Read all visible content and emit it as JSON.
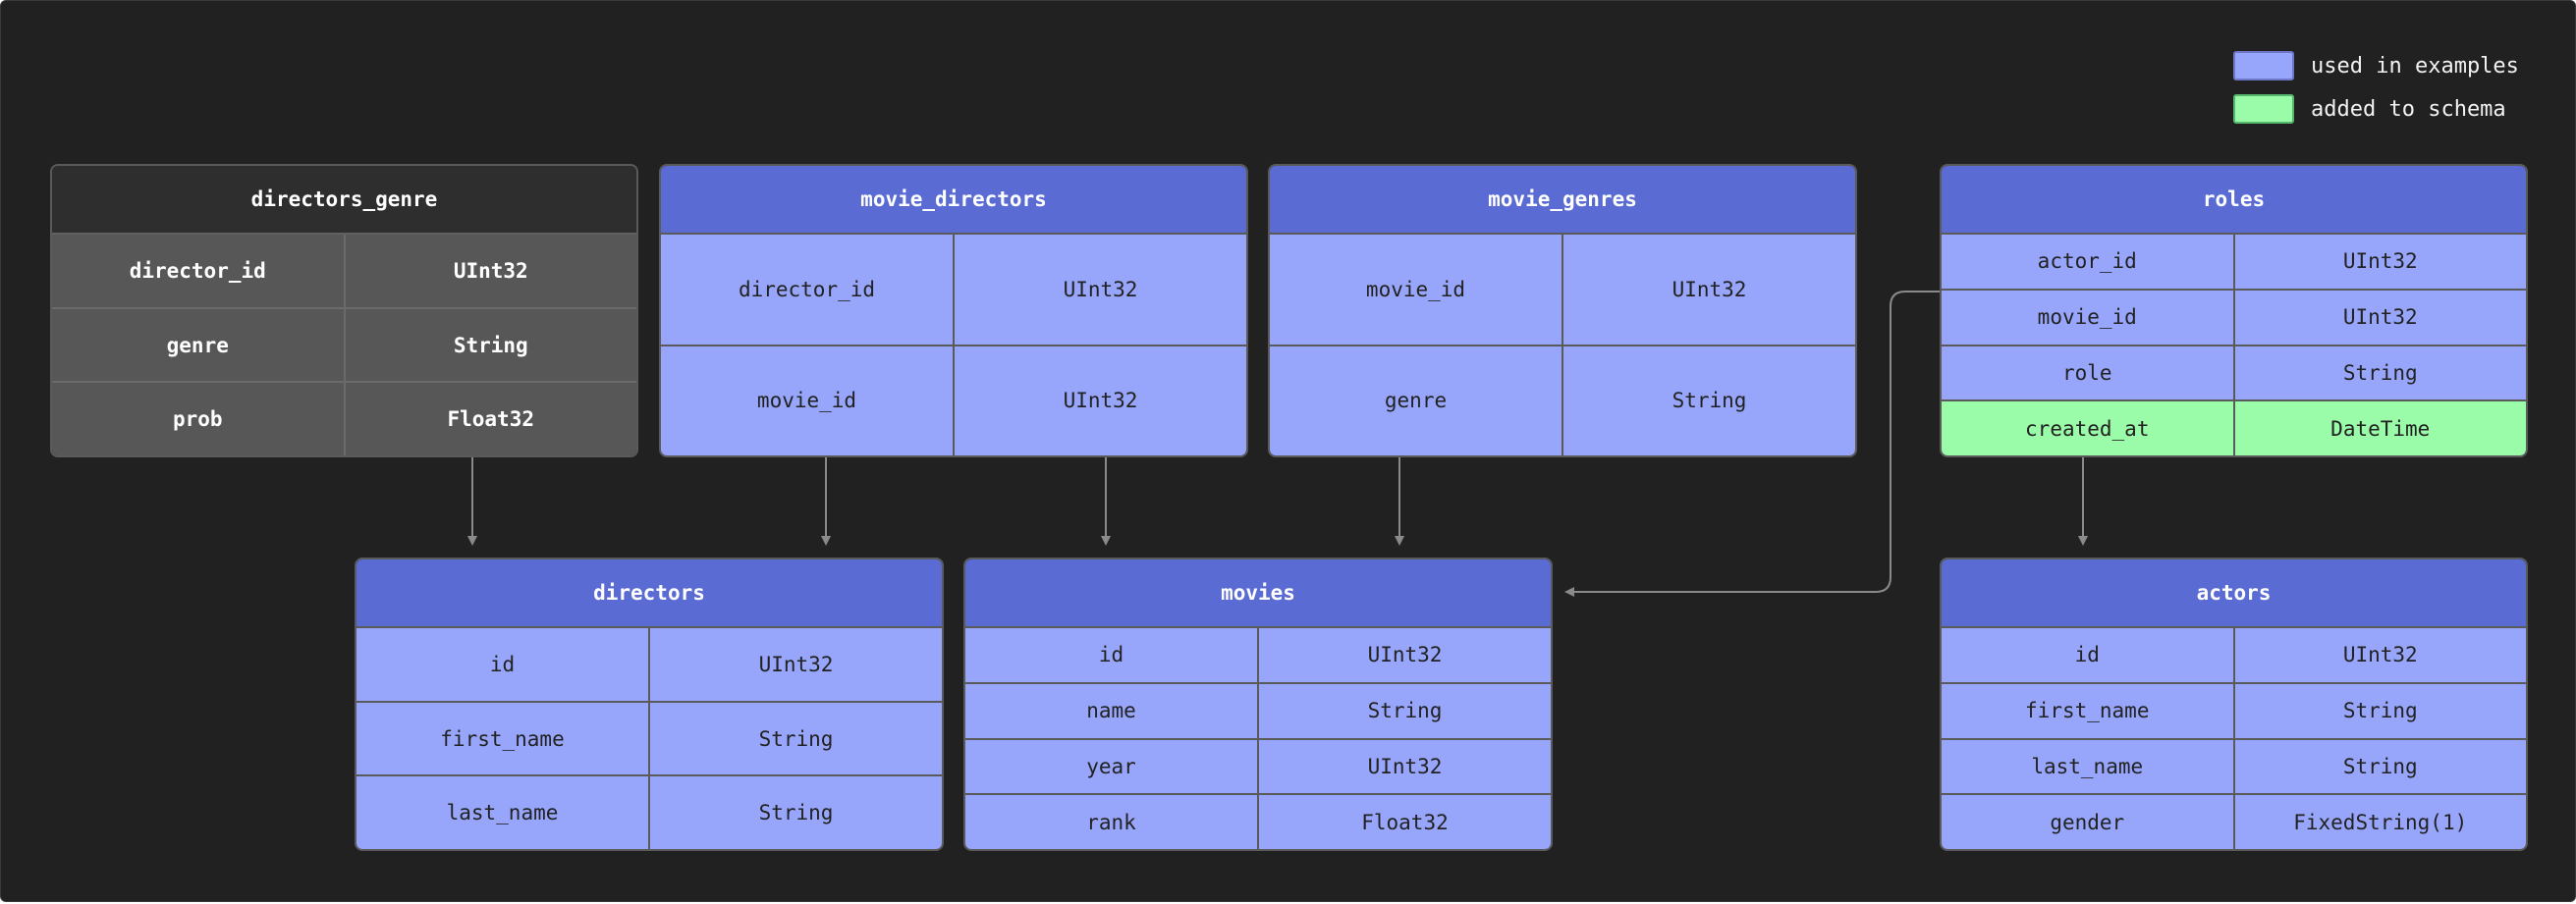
{
  "colors": {
    "canvas_background": "#212121",
    "used_in_examples": "#97a6fb",
    "added_to_schema": "#9afba8",
    "header_blue": "#5a6bd3",
    "header_dark": "#2e2e2e",
    "cell_dark": "#575757",
    "connector": "#8a8a8a"
  },
  "legend": [
    {
      "label": "used in examples",
      "color": "#97a6fb"
    },
    {
      "label": "added to schema",
      "color": "#9afba8"
    }
  ],
  "tables": {
    "directors_genre": {
      "name": "directors_genre",
      "columns": [
        {
          "name": "director_id",
          "type": "UInt32"
        },
        {
          "name": "genre",
          "type": "String"
        },
        {
          "name": "prob",
          "type": "Float32"
        }
      ]
    },
    "movie_directors": {
      "name": "movie_directors",
      "columns": [
        {
          "name": "director_id",
          "type": "UInt32"
        },
        {
          "name": "movie_id",
          "type": "UInt32"
        }
      ]
    },
    "movie_genres": {
      "name": "movie_genres",
      "columns": [
        {
          "name": "movie_id",
          "type": "UInt32"
        },
        {
          "name": "genre",
          "type": "String"
        }
      ]
    },
    "roles": {
      "name": "roles",
      "columns": [
        {
          "name": "actor_id",
          "type": "UInt32"
        },
        {
          "name": "movie_id",
          "type": "UInt32"
        },
        {
          "name": "role",
          "type": "String"
        },
        {
          "name": "created_at",
          "type": "DateTime",
          "added_to_schema": true
        }
      ]
    },
    "directors": {
      "name": "directors",
      "columns": [
        {
          "name": "id",
          "type": "UInt32"
        },
        {
          "name": "first_name",
          "type": "String"
        },
        {
          "name": "last_name",
          "type": "String"
        }
      ]
    },
    "movies": {
      "name": "movies",
      "columns": [
        {
          "name": "id",
          "type": "UInt32"
        },
        {
          "name": "name",
          "type": "String"
        },
        {
          "name": "year",
          "type": "UInt32"
        },
        {
          "name": "rank",
          "type": "Float32"
        }
      ]
    },
    "actors": {
      "name": "actors",
      "columns": [
        {
          "name": "id",
          "type": "UInt32"
        },
        {
          "name": "first_name",
          "type": "String"
        },
        {
          "name": "last_name",
          "type": "String"
        },
        {
          "name": "gender",
          "type": "FixedString(1)"
        }
      ]
    }
  },
  "relationships": [
    {
      "from": "directors_genre",
      "to": "directors"
    },
    {
      "from": "movie_directors",
      "to": "directors"
    },
    {
      "from": "movie_directors",
      "to": "movies"
    },
    {
      "from": "movie_genres",
      "to": "movies"
    },
    {
      "from": "roles",
      "to": "movies"
    },
    {
      "from": "roles",
      "to": "actors"
    }
  ]
}
